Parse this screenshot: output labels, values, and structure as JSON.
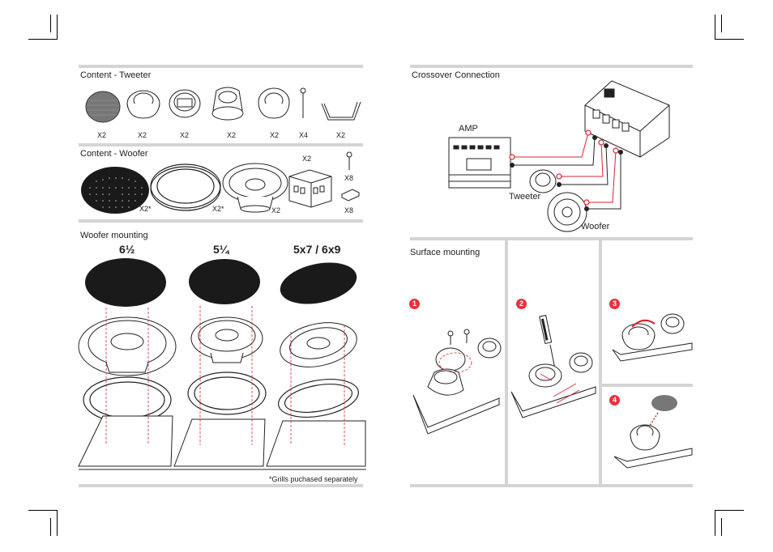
{
  "left": {
    "tweeter": {
      "title": "Content - Tweeter",
      "quantities": [
        "X2",
        "X2",
        "X2",
        "X2",
        "X2",
        "X4",
        "X2"
      ]
    },
    "woofer": {
      "title": "Content - Woofer",
      "quantities": [
        "X2*",
        "X2*",
        "X2",
        "X2",
        "X8",
        "X8"
      ]
    },
    "mounting": {
      "title": "Woofer mounting",
      "sizes": [
        "6½",
        "5¼",
        "5x7 / 6x9"
      ],
      "footnote": "*Grills puchased separately"
    }
  },
  "right": {
    "crossover": {
      "title": "Crossover Connection",
      "amp_label": "AMP",
      "tweeter_label": "Tweeter",
      "woofer_label": "Woofer"
    },
    "surface": {
      "title": "Surface mounting",
      "steps": [
        "1",
        "2",
        "3",
        "4"
      ]
    }
  },
  "colors": {
    "accent": "#e8313a",
    "bar": "#d4d4d4",
    "wire": "#d9232d"
  }
}
